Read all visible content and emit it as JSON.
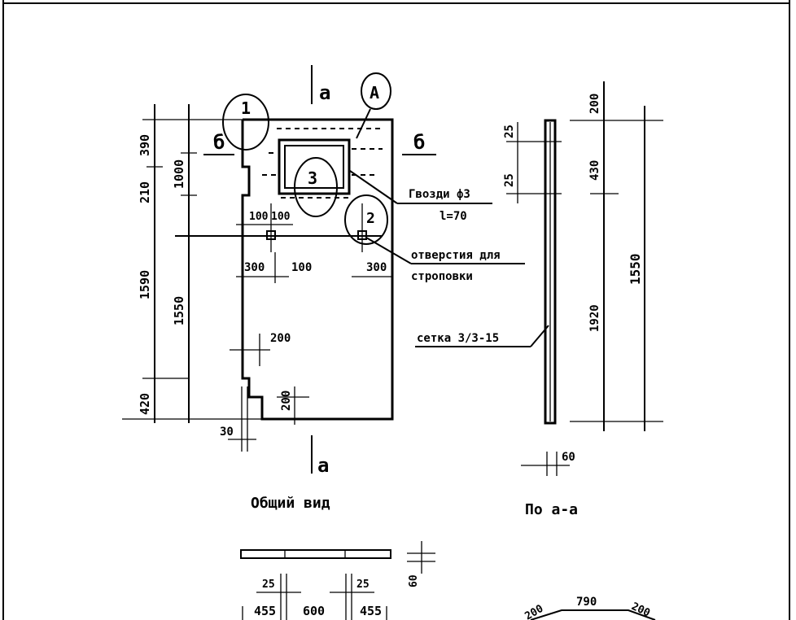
{
  "section_marks": {
    "top_a": "a",
    "bottom_a": "a",
    "left_b": "б",
    "right_b": "б"
  },
  "callouts": {
    "c1": "1",
    "cA": "A",
    "c2": "2",
    "c3": "3"
  },
  "left_dims": {
    "d390": "390",
    "d210": "210",
    "d1000": "1000",
    "d1590": "1590",
    "d1550": "1550",
    "d420": "420",
    "d30": "30"
  },
  "inner_dims": {
    "d100a": "100",
    "d100b": "100",
    "d300a": "300",
    "d100c": "100",
    "d300b": "300",
    "d200a": "200",
    "d200b": "200"
  },
  "annotations": {
    "gvozdi": "Гвозди ф3",
    "gvozdi_l": "l=70",
    "otverstia": "отверстия для",
    "stropovki": "строповки",
    "setka": "сетка 3/3-15"
  },
  "titles": {
    "front_view": "Общий вид",
    "section_aa": "По а-а"
  },
  "section_dims": {
    "d25a": "25",
    "d25b": "25",
    "d200": "200",
    "d430": "430",
    "d1550": "1550",
    "d1920": "1920",
    "d60": "60"
  },
  "bottom_dims": {
    "d25a": "25",
    "d25b": "25",
    "d455a": "455",
    "d600": "600",
    "d455b": "455",
    "d60": "60",
    "d200a": "200",
    "d790": "790",
    "d200b": "200"
  }
}
